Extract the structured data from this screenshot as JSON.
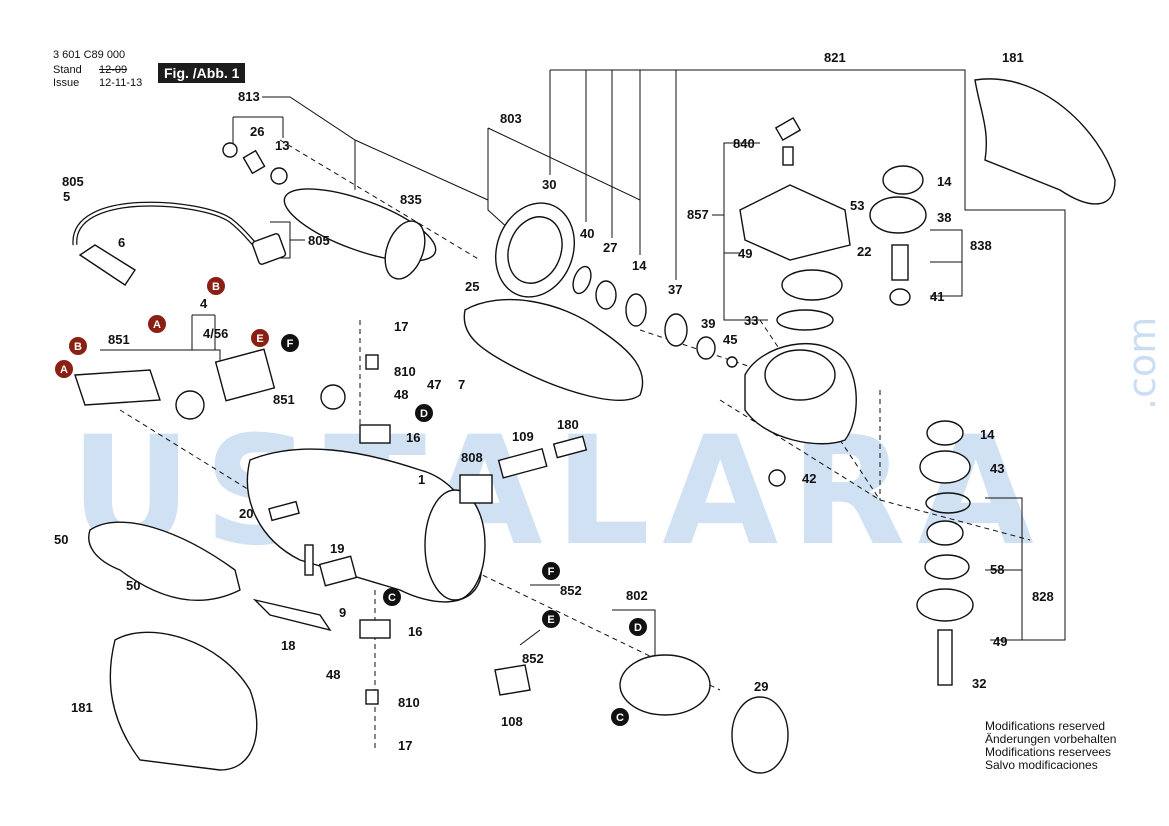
{
  "header": {
    "part_code": "3 601 C89 000",
    "stand_label": "Stand",
    "stand_date": "12-09",
    "issue_label": "Issue",
    "issue_date": "12-11-13",
    "fig_label": "Fig. /Abb. 1"
  },
  "watermark": {
    "text": "USTALARA",
    "suffix": ".com"
  },
  "modifications": [
    "Modifications reserved",
    "Änderungen vorbehalten",
    "Modifications reservees",
    "Salvo modificaciones"
  ],
  "part_numbers": {
    "p813": "813",
    "p26": "26",
    "p13a": "13",
    "p835": "835",
    "p803": "803",
    "p821": "821",
    "p181a": "181",
    "p805a": "805",
    "p5": "5",
    "p6": "6",
    "p805b": "805",
    "p30": "30",
    "p40": "40",
    "p27": "27",
    "p14a": "14",
    "p37": "37",
    "p840": "840",
    "p857": "857",
    "p49a": "49",
    "p22": "22",
    "p53": "53",
    "p33": "33",
    "p14b": "14",
    "p38": "38",
    "p838": "838",
    "p41": "41",
    "p4": "4",
    "p456": "4/56",
    "p851a": "851",
    "p17a": "17",
    "p810a": "810",
    "p48a": "48",
    "p16a": "16",
    "p47": "47",
    "p7": "7",
    "p25": "25",
    "p39": "39",
    "p45": "45",
    "p851b": "851",
    "p180": "180",
    "p109": "109",
    "p808": "808",
    "p1": "1",
    "p14c": "14",
    "p43": "43",
    "p42": "42",
    "p20": "20",
    "p19": "19",
    "p9": "9",
    "p18": "18",
    "p50a": "50",
    "p50b": "50",
    "p852a": "852",
    "p852b": "852",
    "p802": "802",
    "p58": "58",
    "p828": "828",
    "p49b": "49",
    "p32": "32",
    "p16b": "16",
    "p48b": "48",
    "p810b": "810",
    "p17b": "17",
    "p108": "108",
    "p29": "29",
    "p181b": "181"
  },
  "markers": {
    "a1": "A",
    "b1": "B",
    "a2": "A",
    "b2": "B",
    "e1": "E",
    "f1": "F",
    "d1": "D",
    "c1": "C",
    "f2": "F",
    "e2": "E",
    "d2": "D",
    "c2": "C"
  },
  "colors": {
    "marker_fill": "#8a1f13",
    "line": "#111111",
    "watermark": "#2f7bd1"
  }
}
